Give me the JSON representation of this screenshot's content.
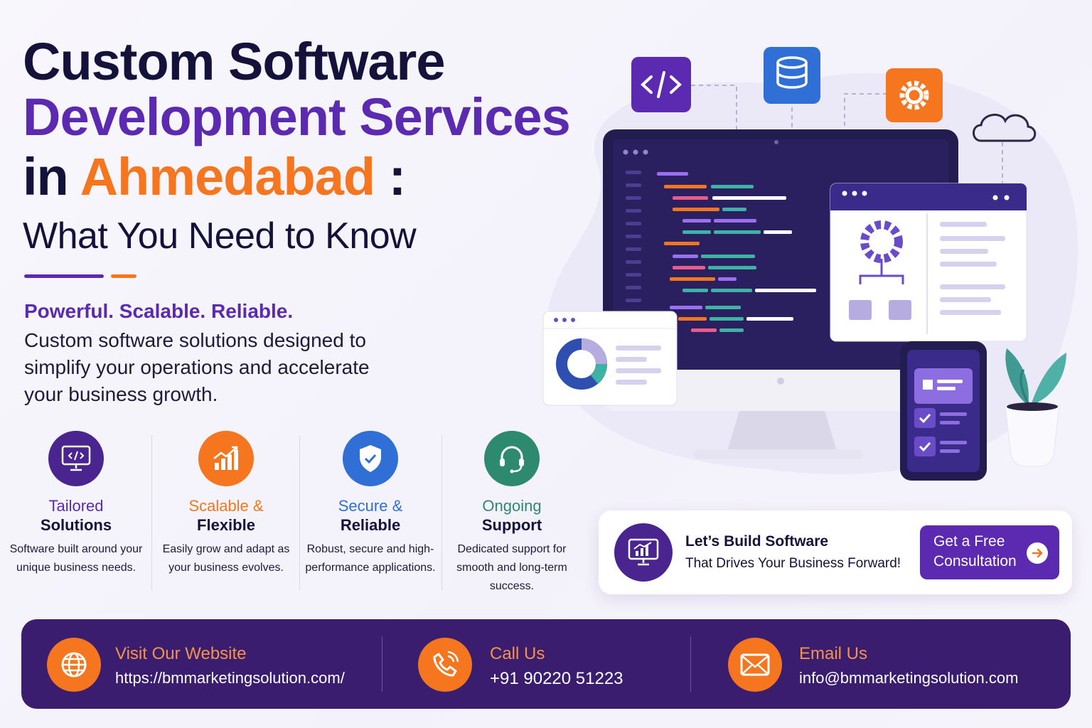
{
  "headline": {
    "line1": "Custom Software",
    "line2": "Development Services",
    "line3_prefix": "in ",
    "line3_accent": "Ahmedabad",
    "line3_suffix": " :",
    "line4": "What You Need to Know"
  },
  "tagline": "Powerful. Scalable. Reliable.",
  "intro": "Custom software solutions designed to simplify your operations and accelerate your business growth.",
  "features": [
    {
      "icon": "monitor-code-icon",
      "title1": "Tailored",
      "title2": "Solutions",
      "desc": "Software built around your unique business needs.",
      "color": "#5b2ab0"
    },
    {
      "icon": "growth-chart-icon",
      "title1": "Scalable &",
      "title2": "Flexible",
      "desc": "Easily grow and adapt as your business evolves.",
      "color": "#f5761f"
    },
    {
      "icon": "shield-check-icon",
      "title1": "Secure &",
      "title2": "Reliable",
      "desc": "Robust, secure and high-performance applications.",
      "color": "#2f6fd6"
    },
    {
      "icon": "headset-icon",
      "title1": "Ongoing",
      "title2": "Support",
      "desc": "Dedicated support for smooth and long-term success.",
      "color": "#2e8a6e"
    }
  ],
  "cta": {
    "line1": "Let’s Build Software",
    "line2": "That Drives Your Business Forward!",
    "button_line1": "Get a Free",
    "button_line2": "Consultation"
  },
  "contacts": [
    {
      "icon": "globe-icon",
      "title": "Visit Our Website",
      "value": "https://bmmarketingsolution.com/"
    },
    {
      "icon": "phone-icon",
      "title": "Call Us",
      "value": "+91 90220 51223"
    },
    {
      "icon": "mail-icon",
      "title": "Email Us",
      "value": "info@bmmarketingsolution.com"
    }
  ],
  "colors": {
    "purple": "#5b2ab0",
    "dark_purple": "#3a1d6e",
    "orange": "#f5761f",
    "blue": "#2f6fd6",
    "green": "#2e8a6e",
    "navy_text": "#14123a"
  }
}
